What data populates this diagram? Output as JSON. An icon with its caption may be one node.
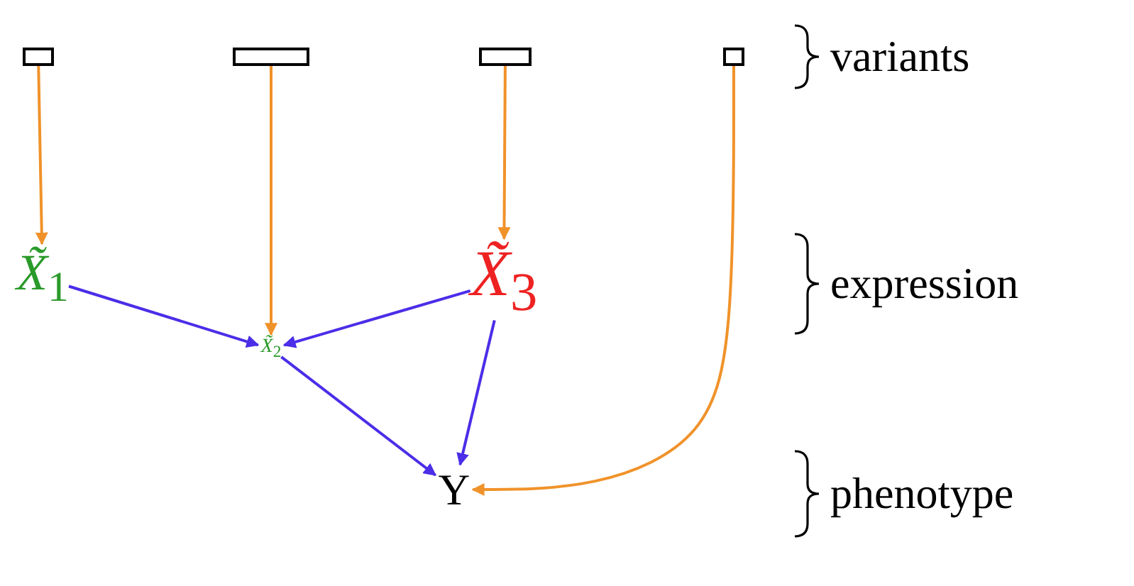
{
  "diagram": {
    "nodes": [
      {
        "text": [],
        "shape": "box"
      },
      {
        "text": [],
        "shape": "box"
      },
      {
        "text": [],
        "shape": "box"
      },
      {
        "text": [],
        "shape": "box"
      },
      {
        "text": [
          "*X̃*$_{1}$"
        ]
      },
      {
        "text": [
          "*X̃*$_{2}$"
        ]
      },
      {
        "text": [
          "*X̃*$_{3}$"
        ]
      },
      {
        "text": [
          "Y"
        ]
      }
    ],
    "edges": [
      {
        "from": 0,
        "to": 4,
        "arrow": "to",
        "color": "#f0922a"
      },
      {
        "from": 1,
        "to": 5,
        "arrow": "to",
        "color": "#f0922a"
      },
      {
        "from": 2,
        "to": 6,
        "arrow": "to",
        "color": "#f0922a"
      },
      {
        "from": 3,
        "to": 7,
        "arrow": "to",
        "color": "#f0922a"
      },
      {
        "from": 4,
        "to": 5,
        "arrow": "to",
        "color": "#4a2ee8"
      },
      {
        "from": 6,
        "to": 5,
        "arrow": "to",
        "color": "#4a2ee8"
      },
      {
        "from": 5,
        "to": 7,
        "arrow": "to",
        "color": "#4a2ee8"
      },
      {
        "from": 6,
        "to": 7,
        "arrow": "to",
        "color": "#4a2ee8"
      }
    ],
    "labels": [
      "variants",
      "expression",
      "phenotype"
    ]
  }
}
